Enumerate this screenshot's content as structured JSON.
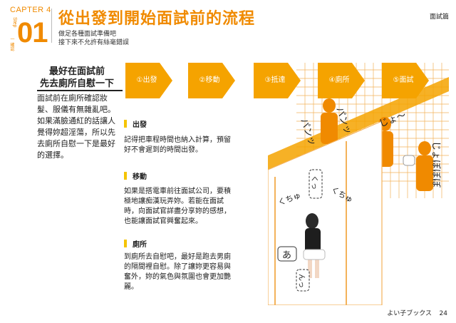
{
  "header": {
    "chapter": "CAPTER 4",
    "step_label": "Step",
    "step_sub": "一 確認",
    "chapter_number": "01",
    "title": "從出發到開始面試前的流程",
    "subtitle_1": "做足各種面試準備吧",
    "subtitle_2": "接下來不允許有絲毫錯誤",
    "section_tag": "面試篇"
  },
  "intro": {
    "title_line1": "最好在面試前",
    "title_line2": "先去廁所自慰一下",
    "body": "面試前在廁所確認妝髮、服儀有無雜亂吧。如果滿臉通紅的話讓人覺得妳超淫蕩，所以先去廁所自慰一下是最好的選擇。"
  },
  "steps": [
    "①出發",
    "②移動",
    "③抵達",
    "④廁所",
    "⑤面試"
  ],
  "sections": [
    {
      "head": "出發",
      "body": "記得把車程時間也納入計算，預留好不會遲到的時間出發。"
    },
    {
      "head": "移動",
      "body": "如果是搭電車前往面試公司，要積極地讓痴漢玩弄妳。若能在面試時，向面試官詳盡分享妳的感想，也能讓面試官興奮起來。"
    },
    {
      "head": "廁所",
      "body": "到廁所去自慰吧，最好是跑去男廁的隔間裡自慰。除了讓妳更容易與奮外，妳的氣色與氛圍也會更加艷麗。"
    }
  ],
  "illustration": {
    "sfx_1": "パンッ",
    "sfx_2": "パンッ",
    "sfx_3": "じょ〜",
    "sfx_4": "じょぼぼぼ",
    "sfx_5": "くっ",
    "sfx_6": "くちゅ",
    "sfx_7": "くちゅ",
    "sfx_8": "あ",
    "sfx_9": "んっ"
  },
  "footer": {
    "brand": "よい子ブックス",
    "page": "24"
  },
  "colors": {
    "accent": "#f08a00",
    "bar": "#f5c400"
  }
}
